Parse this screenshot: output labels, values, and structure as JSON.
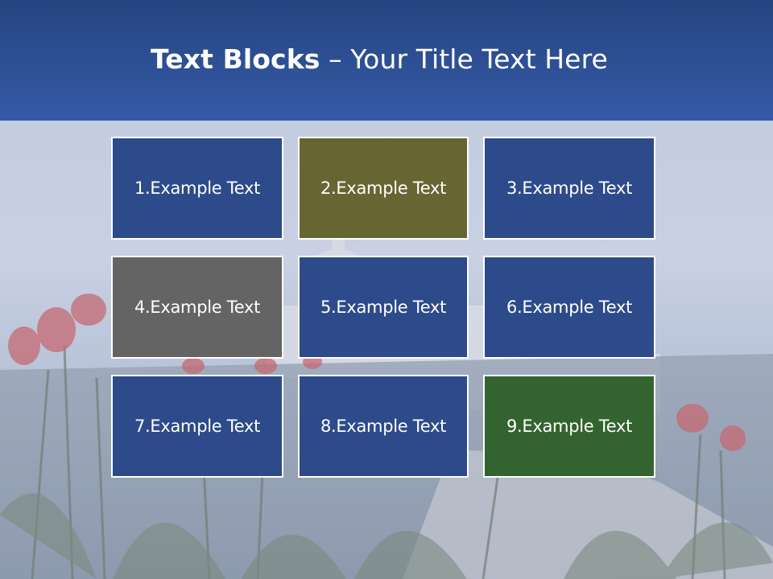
{
  "title": {
    "bold_part": "Text Blocks",
    "dash": " – ",
    "regular_part": "Your Title Text Here"
  },
  "blocks": [
    {
      "label": "1.Example Text",
      "color": "#2d4b8a"
    },
    {
      "label": "2.Example Text",
      "color": "#676632"
    },
    {
      "label": "3.Example Text",
      "color": "#2d4b8a"
    },
    {
      "label": "4.Example Text",
      "color": "#646464"
    },
    {
      "label": "5.Example Text",
      "color": "#2d4b8a"
    },
    {
      "label": "6.Example Text",
      "color": "#2d4b8a"
    },
    {
      "label": "7.Example Text",
      "color": "#2d4b8a"
    },
    {
      "label": "8.Example Text",
      "color": "#2d4b8a"
    },
    {
      "label": "9.Example Text",
      "color": "#33642f"
    }
  ],
  "colors": {
    "header_top": "#254581",
    "header_bottom": "#3559a6",
    "block_border": "#ffffff",
    "text": "#ffffff"
  }
}
